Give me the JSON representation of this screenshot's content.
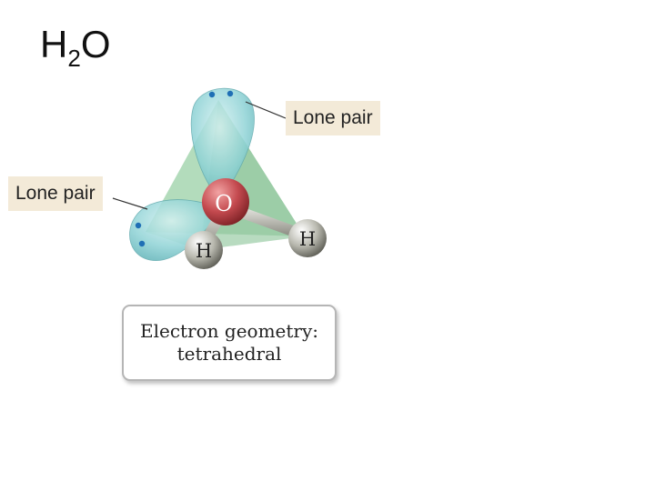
{
  "formula": {
    "prefix": "H",
    "subscript": "2",
    "suffix": "O"
  },
  "lone_pair_labels": {
    "top": "Lone pair",
    "left": "Lone pair"
  },
  "atoms": {
    "oxygen": "O",
    "hydrogen_1": "H",
    "hydrogen_2": "H"
  },
  "caption": {
    "line1": "Electron geometry:",
    "line2": "tetrahedral"
  },
  "colors": {
    "lone_pair_lobe": "#8fd3d6",
    "tetrahedron": "#8cc99a",
    "oxygen": "#c44a4f",
    "hydrogen": "#9a9a90",
    "electron_dot": "#1f6fb5",
    "label_background": "#f3ead8"
  }
}
